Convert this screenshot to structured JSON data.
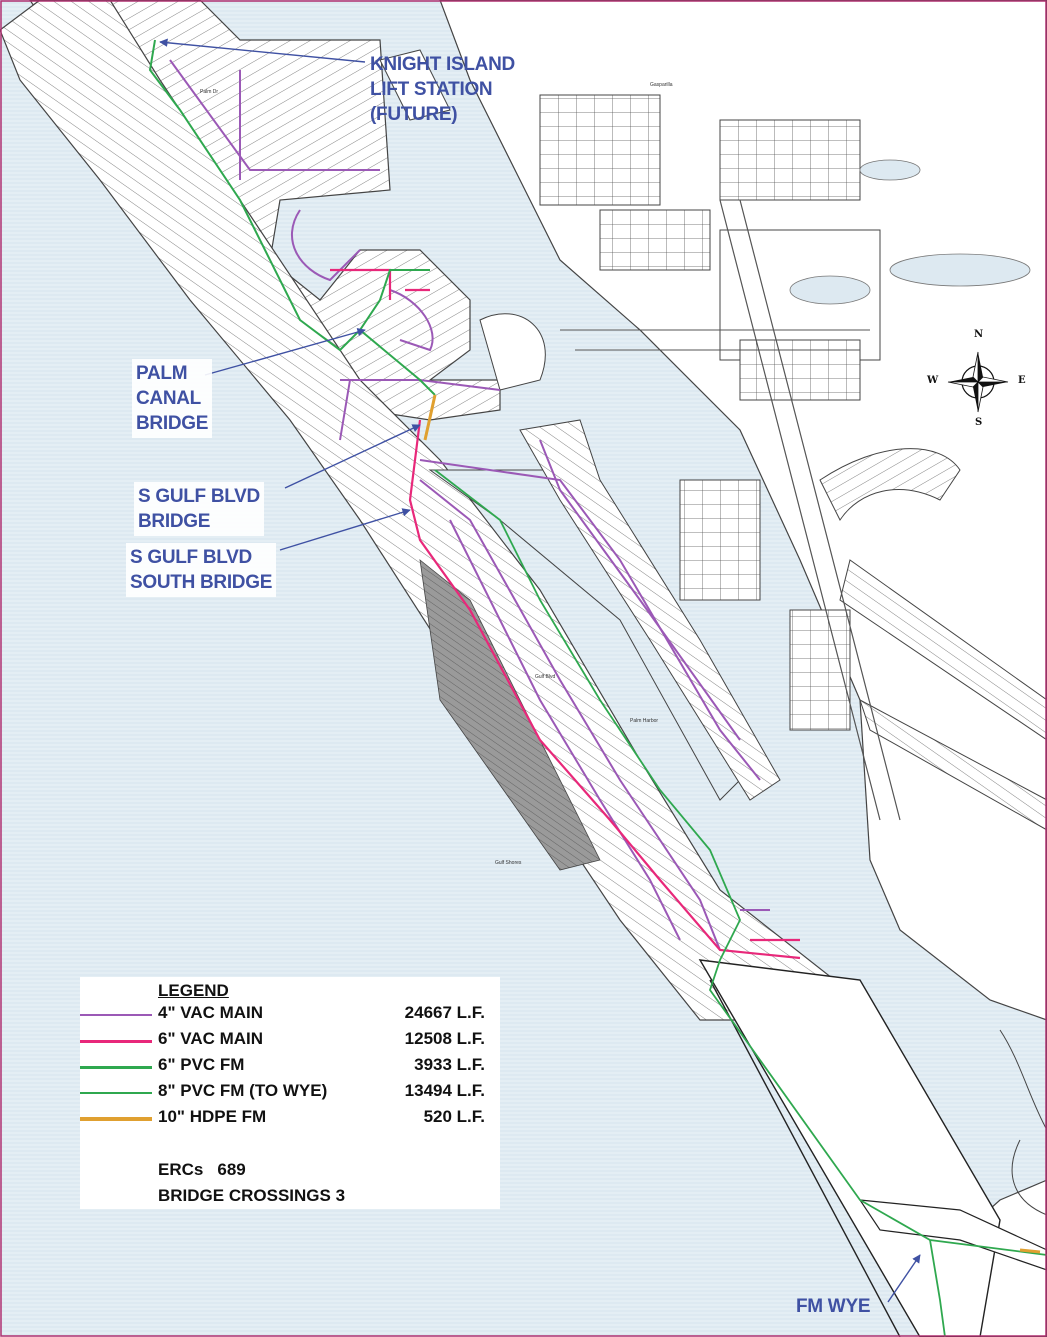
{
  "callouts": {
    "knight_island": [
      "KNIGHT ISLAND",
      "LIFT STATION",
      "(FUTURE)"
    ],
    "palm_canal": [
      "PALM",
      "CANAL",
      "BRIDGE"
    ],
    "s_gulf_blvd_bridge": [
      "S GULF BLVD",
      "BRIDGE"
    ],
    "s_gulf_blvd_south": [
      "S GULF BLVD",
      "SOUTH BRIDGE"
    ],
    "fm_wye": "FM WYE"
  },
  "legend": {
    "title": "LEGEND",
    "items": [
      {
        "label": "4\" VAC MAIN",
        "length": "24667 L.F.",
        "color": "#9b59b6"
      },
      {
        "label": "6\" VAC MAIN",
        "length": "12508 L.F.",
        "color": "#e8287a"
      },
      {
        "label": "6\" PVC FM",
        "length": "3933 L.F.",
        "color": "#2fa84f"
      },
      {
        "label": "8\" PVC FM (TO WYE)",
        "length": "13494 L.F.",
        "color": "#2fa84f"
      },
      {
        "label": "10\" HDPE FM",
        "length": "520 L.F.",
        "color": "#e0a030"
      }
    ],
    "ercs_label": "ERCs",
    "ercs_value": "689",
    "bridge_crossings": "BRIDGE CROSSINGS 3"
  },
  "compass": {
    "n": "N",
    "s": "S",
    "e": "E",
    "w": "W"
  },
  "colors": {
    "water": "#dde9f1",
    "land": "#ffffff",
    "parcel_line": "#555555",
    "callout_text": "#3f51a3",
    "frame": "#b03070"
  }
}
